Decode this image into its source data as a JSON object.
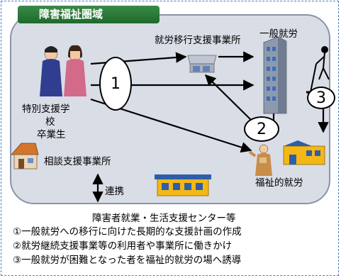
{
  "zone_title": "障害福祉圏域",
  "labels": {
    "ippan_shuro": "一般就労",
    "iko_shien": "就労移行支援事業所",
    "tokubetsu_line1": "特別支援学",
    "tokubetsu_line2": "校",
    "tokubetsu_line3": "卒業生",
    "fukushi_shuro": "福祉的就労",
    "sodan_shien": "相談支援事業所",
    "renkei": "連携",
    "center": "障害者就業・生活支援センター等"
  },
  "markers": {
    "m1": "1",
    "m2": "2",
    "m3": "3"
  },
  "notes": [
    "①一般就労への移行に向けた長期的な支援計画の作成",
    "②就労継続支援事業等の利用者や事業所に働きかけ",
    "③一般就労が困難となった者を福祉的就労の場へ誘導"
  ],
  "colors": {
    "zone_tab": "#2a7a38",
    "zone_fill": "#d9dde6",
    "frame": "#4a7fc0"
  },
  "icons": [
    "students-icon",
    "office-building-icon",
    "facility-icon",
    "house-icon",
    "worker-icon",
    "cleaner-icon",
    "support-center-icon"
  ]
}
